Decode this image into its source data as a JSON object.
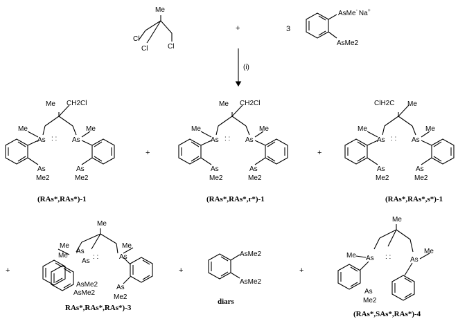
{
  "reaction": {
    "reagent_me": "Me",
    "reagent_cl_a": "Cl",
    "reagent_cl_b": "Cl",
    "reagent_cl_c": "Cl",
    "plus": "+",
    "stoich": "3",
    "nucleophile_top": "AsMe",
    "nucleophile_charge": "-",
    "nucleophile_counter": "Na",
    "nucleophile_counter_charge": "+",
    "nucleophile_bottom": "AsMe2",
    "condition": "(i)"
  },
  "atoms": {
    "me": "Me",
    "as": "As",
    "me2": "Me2",
    "ch2cl": "CH2Cl",
    "clh2c": "ClH2C",
    "asme2": "AsMe2"
  },
  "labels": {
    "p1": "(RAs*,RAs*)-1",
    "p2": "(RAs*,RAs*,r*)-1",
    "p3": "(RAs*,RAs*,s*)-1",
    "p4": "RAs*,RAs*,RAs*)-3",
    "p5": "diars",
    "p6": "(RAs*,SAs*,RAs*)-4"
  },
  "plus": "+"
}
